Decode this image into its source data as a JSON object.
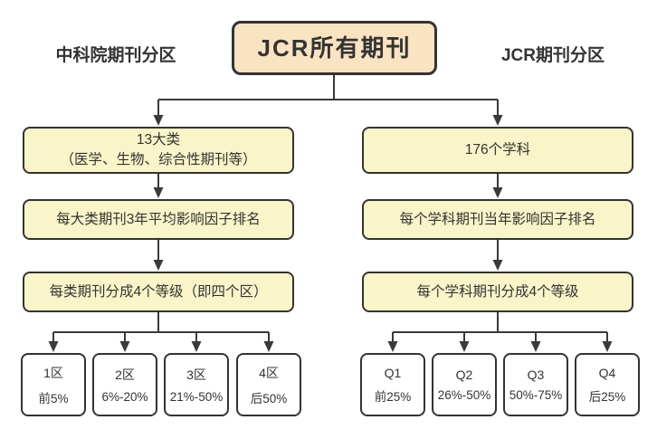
{
  "root": {
    "label": "JCR所有期刊"
  },
  "left": {
    "heading": "中科院期刊分区",
    "nodes": [
      {
        "lines": [
          "13大类",
          "（医学、生物、综合性期刊等）"
        ]
      },
      {
        "lines": [
          "每大类期刊3年平均影响因子排名"
        ]
      },
      {
        "lines": [
          "每类期刊分成4个等级（即四个区）"
        ]
      }
    ],
    "tiers": [
      {
        "label": "1区",
        "range": "前5%"
      },
      {
        "label": "2区",
        "range": "6%-20%"
      },
      {
        "label": "3区",
        "range": "21%-50%"
      },
      {
        "label": "4区",
        "range": "后50%"
      }
    ]
  },
  "right": {
    "heading": "JCR期刊分区",
    "nodes": [
      {
        "lines": [
          "176个学科"
        ]
      },
      {
        "lines": [
          "每个学科期刊当年影响因子排名"
        ]
      },
      {
        "lines": [
          "每个学科期刊分成4个等级"
        ]
      }
    ],
    "tiers": [
      {
        "label": "Q1",
        "range": "前25%"
      },
      {
        "label": "Q2",
        "range": "26%-50%"
      },
      {
        "label": "Q3",
        "range": "50%-75%"
      },
      {
        "label": "Q4",
        "range": "后25%"
      }
    ]
  },
  "colors": {
    "root_fill": "#FAE3C1",
    "node_fill": "#F9F5C8",
    "tier_fill": "#FFFFFF",
    "border": "#333333",
    "line": "#3A3A3A"
  }
}
